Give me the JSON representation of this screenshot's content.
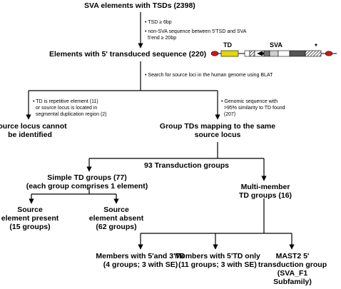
{
  "diagram": {
    "root": "SVA elements with TSDs (2398)",
    "filter_criteria": [
      "• TSD ≥ 6bp",
      "• non-SVA sequence between 5'TSD and SVA\n  5'end ≥ 20bp"
    ],
    "transduced": "Elements with 5' transduced sequence (220)",
    "schematic": {
      "td_label": "TD",
      "sva_label": "SVA",
      "star": "*"
    },
    "search_step": "• Search for source loci in the human genome using BLAT",
    "excluded_note": "• TD is repetitive element (11)\n  or source locus is located in\n  segmental duplication region (2)",
    "included_note": "• Genomic sequence with\n  >95% similarity to TD found\n  (207)",
    "no_source": "Source locus cannot\nbe identified",
    "group_step": "Group TDs mapping to the same\nsource locus",
    "transduction_groups": "93 Transduction groups",
    "simple_groups": "Simple TD groups (77)\n(each group comprises 1 element)",
    "multi_groups": "Multi-member\nTD groups (16)",
    "source_present": "Source\nelement present\n(15 groups)",
    "source_absent": "Source\nelement absent\n(62 groups)",
    "members_53": "Members with 5'and 3'TD\n(4 groups; 3 with SE)",
    "members_5": "Members with 5'TD only\n(11 groups; 3 with SE)",
    "mast2": "MAST2 5'\ntransduction group\n(SVA_F1\nSubfamily)"
  }
}
